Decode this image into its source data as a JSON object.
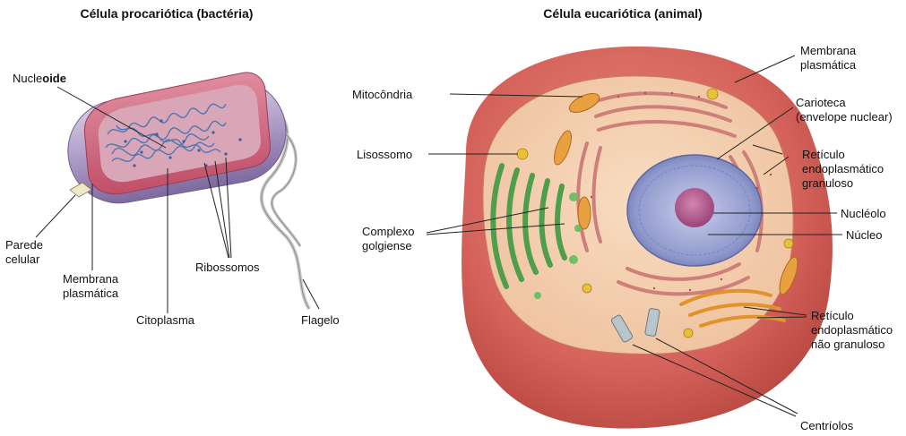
{
  "prokaryote": {
    "title": "Célula procariótica (bactéria)",
    "labels": {
      "nucleoid_a": "Nucle",
      "nucleoid_b": "oide",
      "cell_wall_1": "Parede",
      "cell_wall_2": "celular",
      "membrane_1": "Membrana",
      "membrane_2": "plasmática",
      "cytoplasm": "Citoplasma",
      "ribosomes": "Ribossomos",
      "flagellum": "Flagelo"
    }
  },
  "eukaryote": {
    "title": "Célula eucariótica (animal)",
    "labels": {
      "membrane_1": "Membrana",
      "membrane_2": "plasmática",
      "mitochondrion": "Mitocôndria",
      "karyotheca_1": "Carioteca",
      "karyotheca_2": "(envelope nuclear)",
      "lysosome": "Lisossomo",
      "rough_er_1": "Retículo",
      "rough_er_2": "endoplasmático",
      "rough_er_3": "granuloso",
      "golgi_1": "Complexo",
      "golgi_2": "golgiense",
      "nucleolus": "Nucléolo",
      "nucleus": "Núcleo",
      "smooth_er_1": "Retículo",
      "smooth_er_2": "endoplasmático",
      "smooth_er_3": "não granuloso",
      "centrioles": "Centríolos"
    }
  },
  "colors": {
    "cell_outer": "#d9665e",
    "cell_cut": "#f2c9a6",
    "nucleus": "#9da6d6",
    "nucleolus": "#b0558a",
    "golgi": "#5fae5a",
    "er": "#d98a84",
    "smooth_er": "#e8a33a",
    "bacterium_body": "#b7a8cc",
    "bacterium_inner": "#c7576e",
    "nucleoid": "#6a8fc4"
  }
}
